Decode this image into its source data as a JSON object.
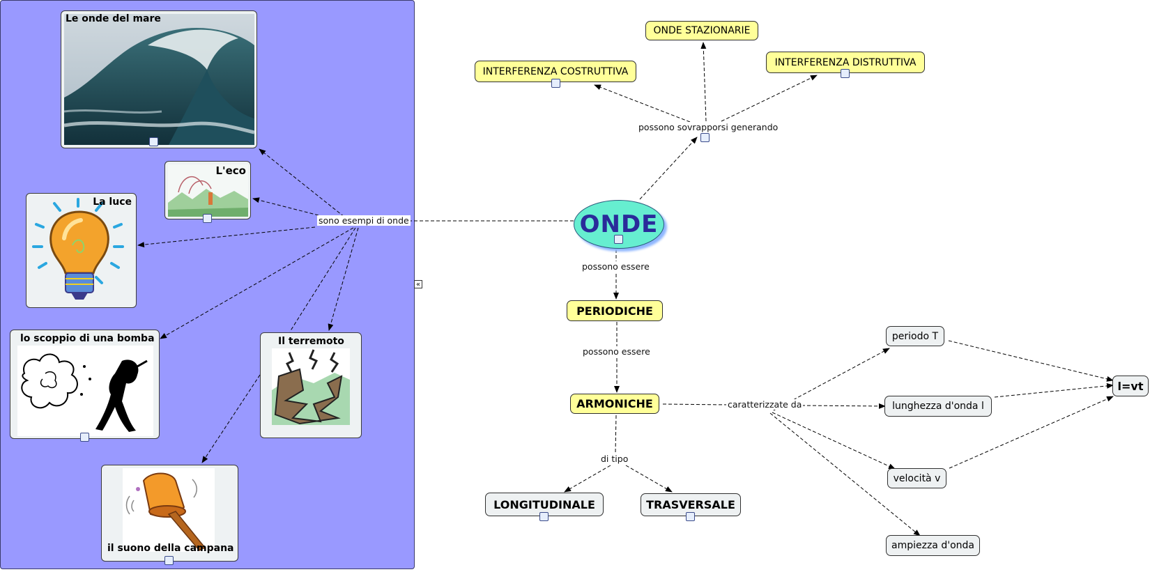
{
  "colors": {
    "panel": "#9999ff",
    "yellow_node": "#ffff99",
    "grey_node": "#eef1f2",
    "main_node": "#66eed0",
    "main_text": "#2a2a9a"
  },
  "main": {
    "title": "ONDE"
  },
  "concepts": {
    "onde_stazionarie": "ONDE STAZIONARIE",
    "interferenza_costruttiva": "INTERFERENZA COSTRUTTIVA",
    "interferenza_distruttiva": "INTERFERENZA DISTRUTTIVA",
    "periodiche": "PERIODICHE",
    "armoniche": "ARMONICHE",
    "longitudinale": "LONGITUDINALE",
    "trasversale": "TRASVERSALE",
    "periodo": "periodo T",
    "lunghezza": "lunghezza d'onda l",
    "velocita": "velocità v",
    "ampiezza": "ampiezza d'onda",
    "formula": "l=vt"
  },
  "links": {
    "sovrapporsi": "possono sovrapporsi generando",
    "possono_essere_1": "possono essere",
    "possono_essere_2": "possono essere",
    "di_tipo": "di tipo",
    "caratterizzate": "caratterizzate da",
    "esempi": "sono esempi di onde"
  },
  "examples": {
    "mare": "Le onde del mare",
    "eco": "L'eco",
    "luce": "La luce",
    "bomba": "lo scoppio di una bomba",
    "terremoto": "Il terremoto",
    "campana": "il suono della campana"
  },
  "collapse_icon": "«",
  "icons": [
    "audio-resource-icon",
    "image-resource-icon",
    "document-resource-icon",
    "collapse-icon"
  ]
}
